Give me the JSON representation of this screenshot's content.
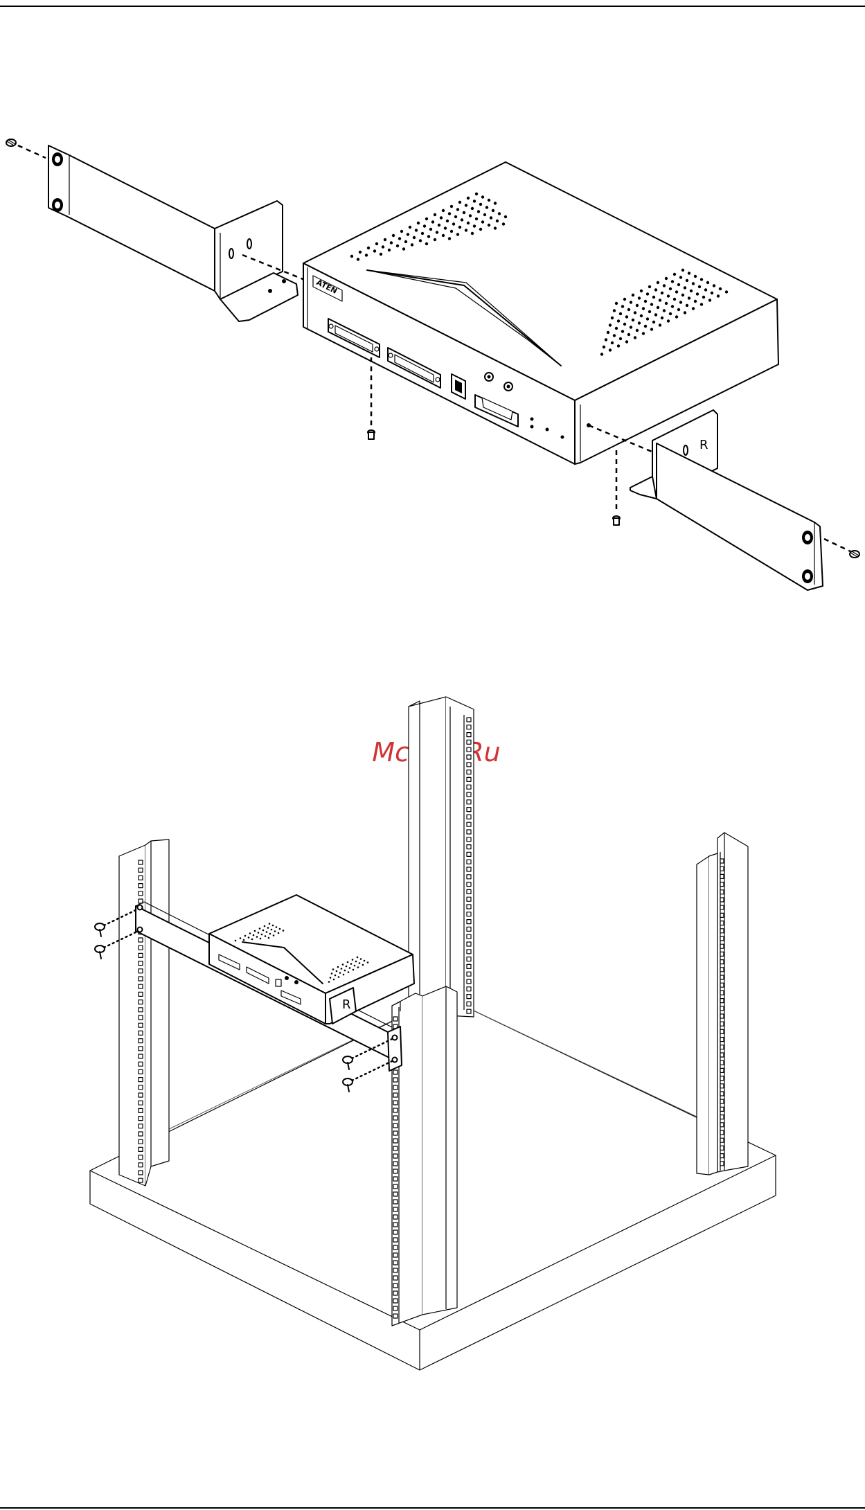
{
  "watermark": {
    "text": "McGrp.Ru",
    "color": "#cc2b2b"
  },
  "bracket_labels": {
    "left": "",
    "right": "R",
    "rack_bracket": "R"
  },
  "device_logo": "ATEN",
  "colors": {
    "ink": "#000000",
    "paper": "#ffffff"
  },
  "icons": {
    "screw": "screw-icon",
    "rack_post": "rack-post",
    "mounting_bracket": "mounting-bracket"
  }
}
